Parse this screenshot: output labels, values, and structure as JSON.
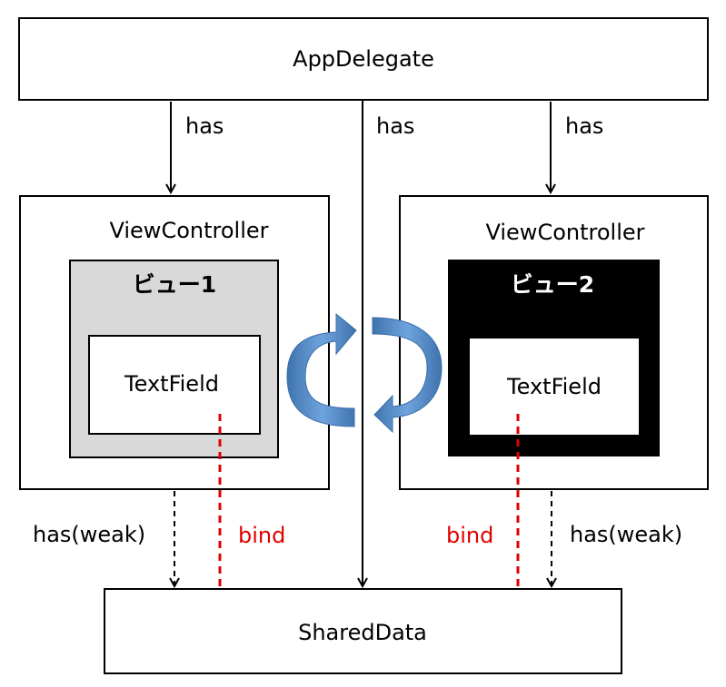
{
  "nodes": {
    "app_delegate": "AppDelegate",
    "vc1": "ViewController",
    "vc2": "ViewController",
    "view1": "ビュー1",
    "view2": "ビュー2",
    "textfield1": "TextField",
    "textfield2": "TextField",
    "shared_data": "SharedData"
  },
  "edges": {
    "has_left": "has",
    "has_center": "has",
    "has_right": "has",
    "weak_left": "has(weak)",
    "weak_right": "has(weak)",
    "bind_left": "bind",
    "bind_right": "bind"
  },
  "colors": {
    "view1_fill": "#d9d9d9",
    "view2_fill": "#000000",
    "bind_color": "#e00000",
    "cycle_arrow": "#5b8fc7"
  }
}
